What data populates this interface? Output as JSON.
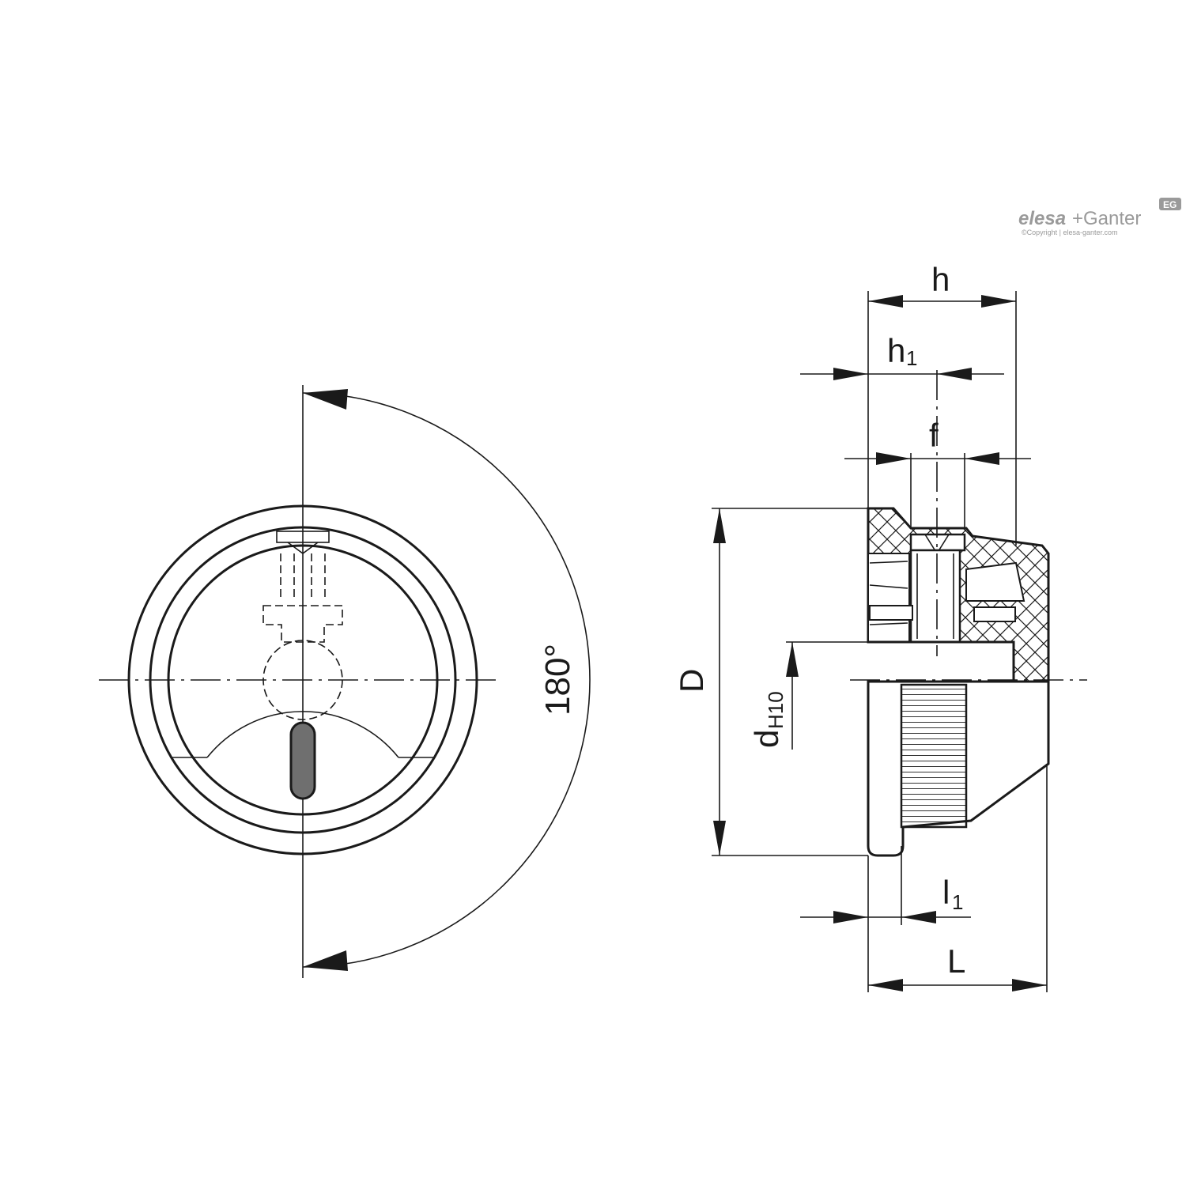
{
  "logo": {
    "brand_part1": "elesa",
    "brand_part2": "+Ganter",
    "badge": "EG",
    "copyright": "©Copyright | elesa-ganter.com"
  },
  "front_view": {
    "angle_label": "180°"
  },
  "side_view": {
    "dimensions": {
      "h": "h",
      "h1_main": "h",
      "h1_sub": "1",
      "f": "f",
      "D": "D",
      "d_main": "d",
      "d_sub": "H10",
      "l1_main": "l",
      "l1_sub": "1",
      "L": "L"
    }
  },
  "colors": {
    "line": "#1a1a1a",
    "indicator": "#6f6f6f",
    "logo": "#9a9a9a"
  }
}
